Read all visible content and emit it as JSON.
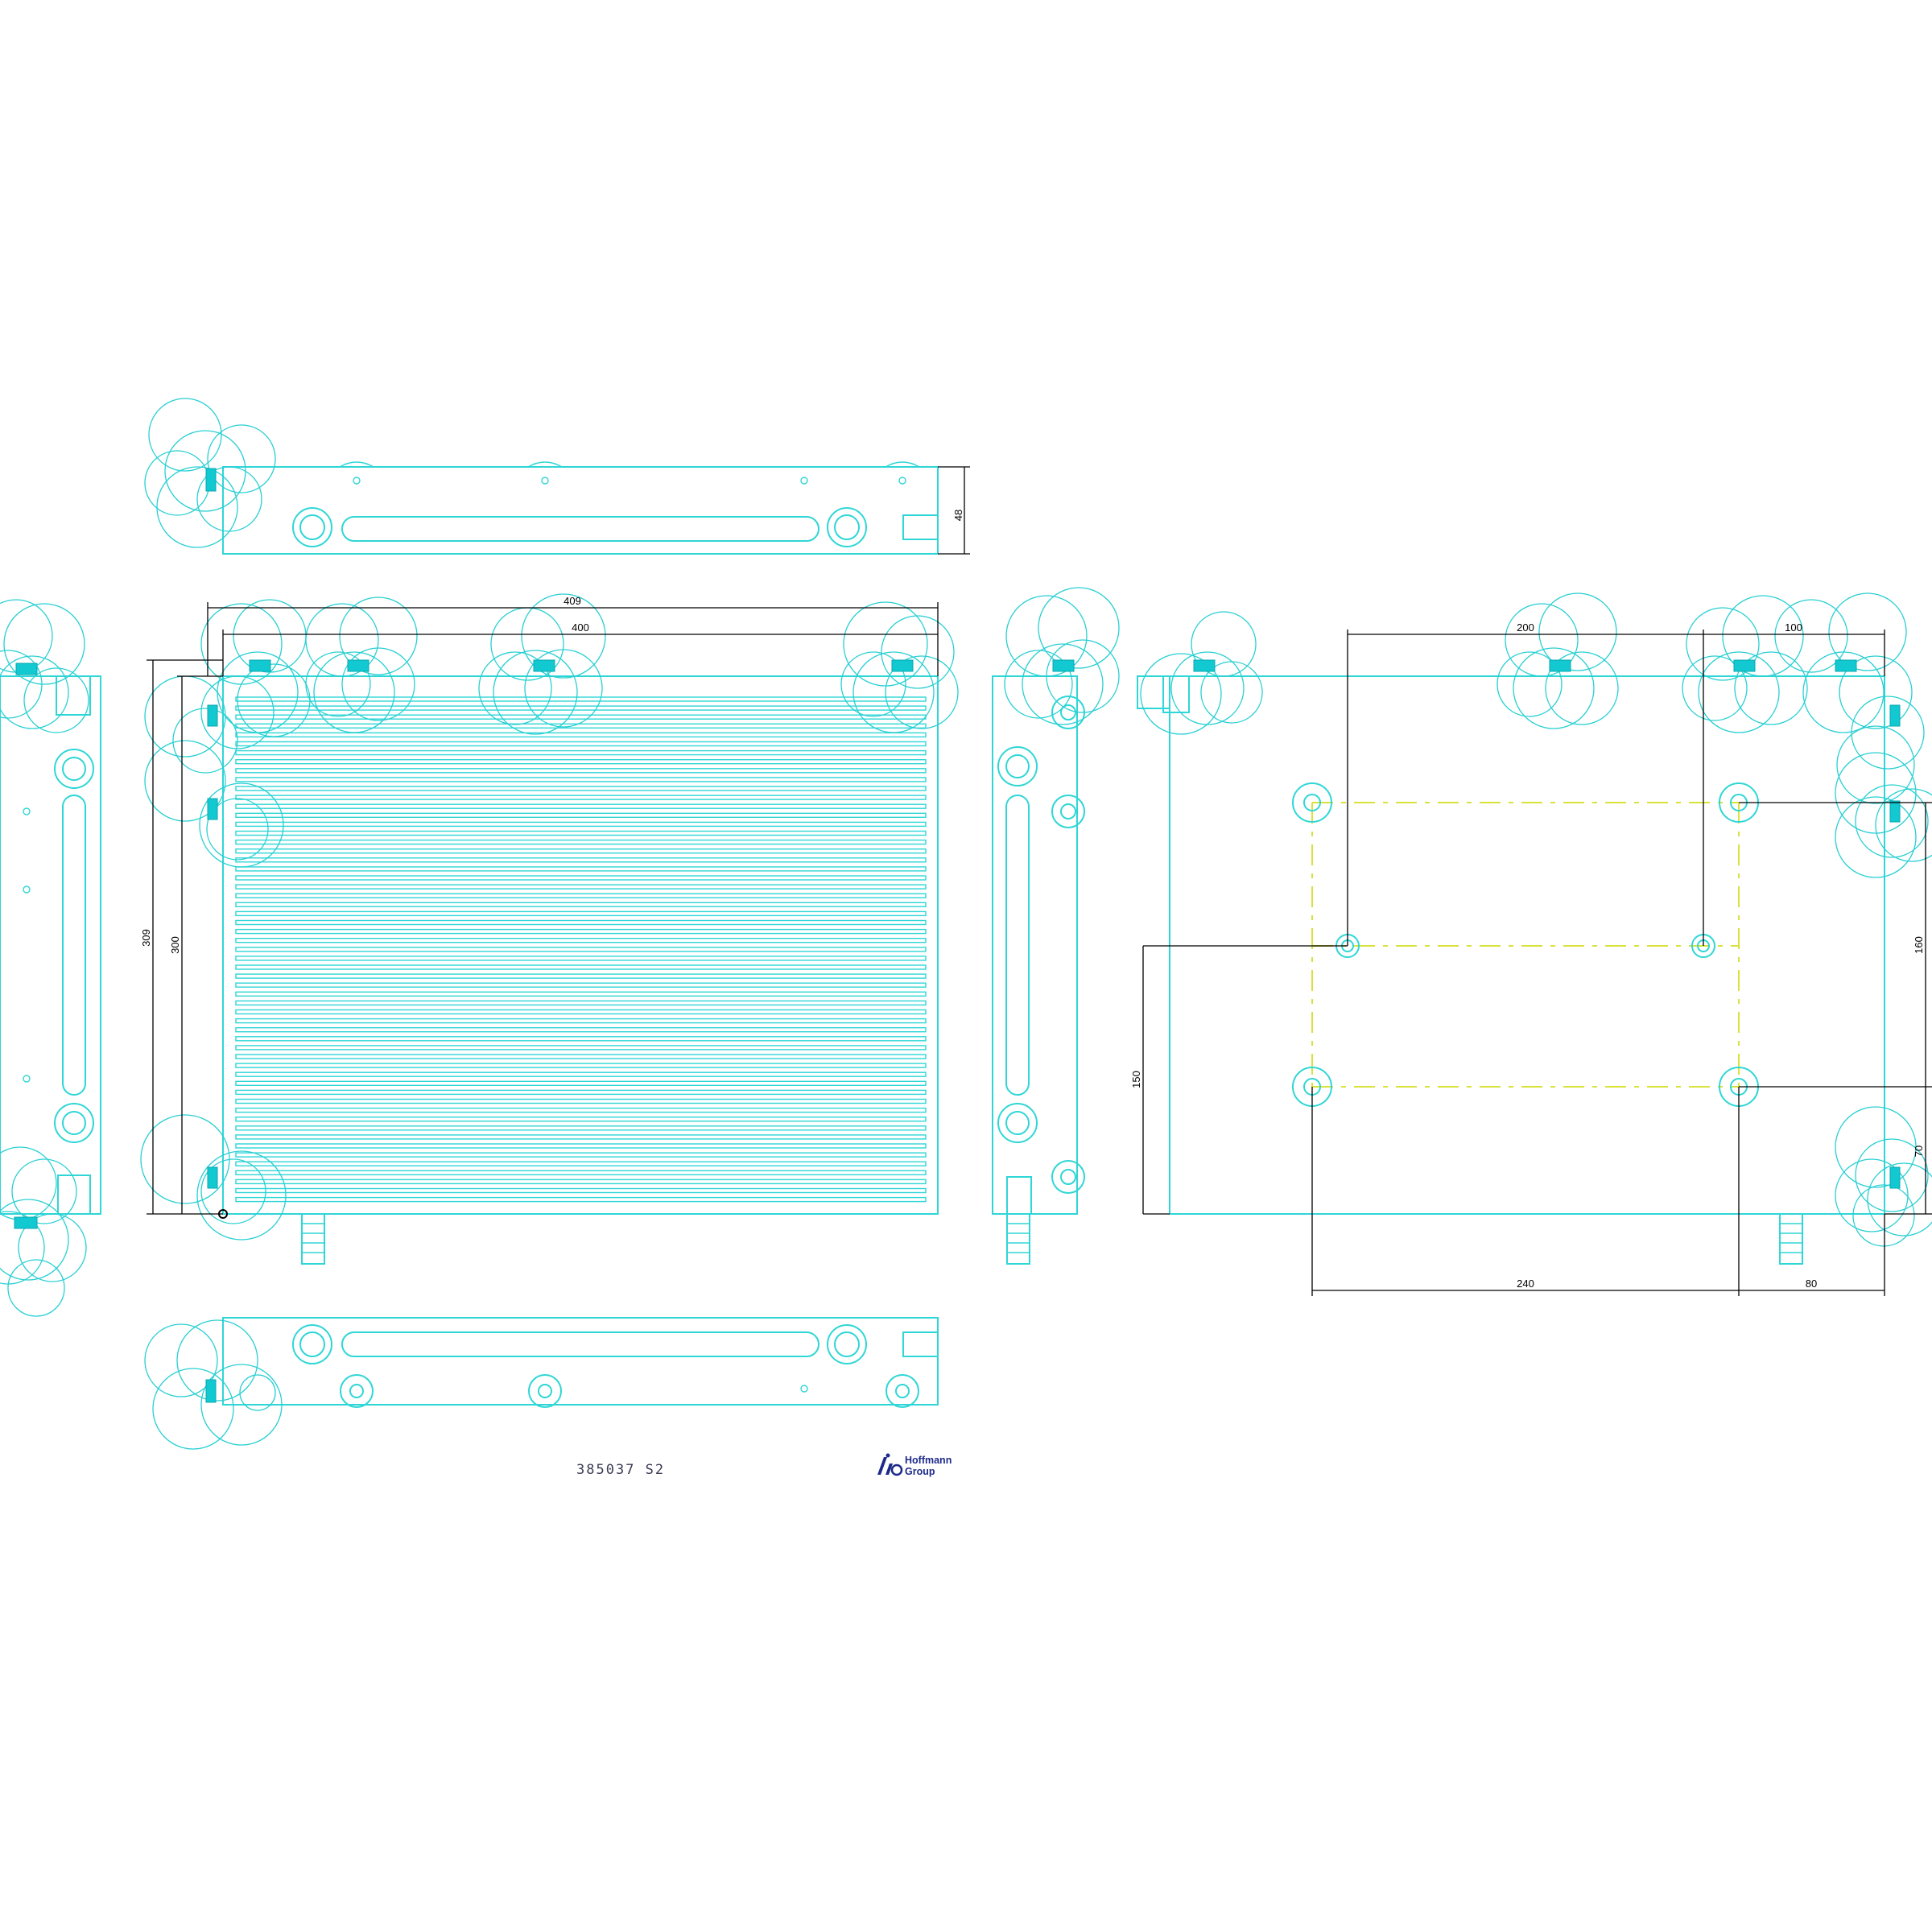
{
  "drawing": {
    "part_number": "385037  S2",
    "logo_line1": "Hoffmann",
    "logo_line2": "Group"
  },
  "dimensions": {
    "side_height": "48",
    "overall_width": "409",
    "inner_width": "400",
    "overall_height": "309",
    "inner_height": "300",
    "pitch_x": "200",
    "edge_x": "100",
    "pitch_y": "160",
    "edge_y": "70",
    "origin_y": "150",
    "hole_span": "240",
    "edge_right": "80"
  },
  "colors": {
    "linework": "#2fd6d6",
    "dimension": "#000000",
    "centerline": "#d9e23a",
    "logo": "#1d2a8a"
  }
}
